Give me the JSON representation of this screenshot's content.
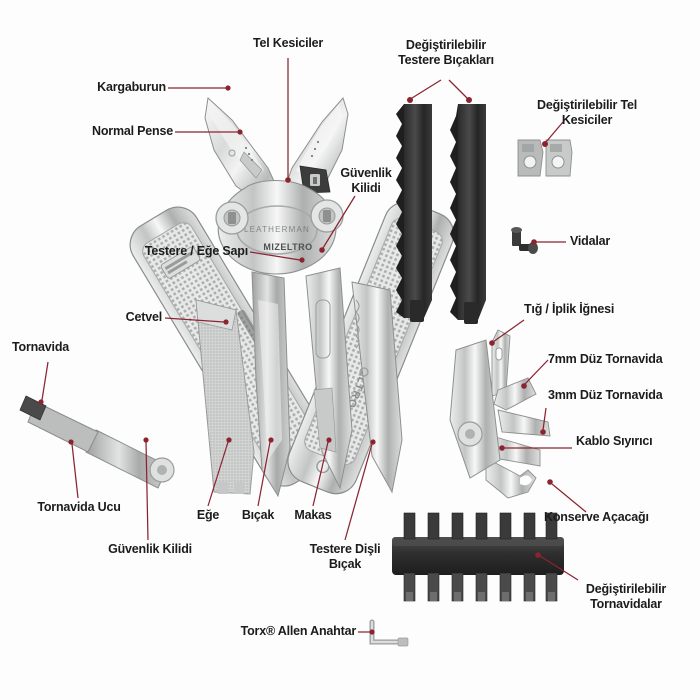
{
  "diagram": {
    "title": "Multitool Parça Diyagramı",
    "background_color": "#fdfdfd",
    "leader_color": "#8c2430",
    "label_color": "#1c1c1c",
    "brand_text": "MIZELTRO"
  },
  "labels": {
    "kargaburun": "Kargaburun",
    "normal_pense": "Normal Pense",
    "tel_kesiciler": "Tel Kesiciler",
    "degistirilebilir_testere_bicaklari": "Değiştirilebilir\nTestere Bıçakları",
    "degistirilebilir_tel_kesiciler": "Değiştirilebilir Tel\nKesiciler",
    "guvenlik_kilidi_ust": "Güvenlik\nKilidi",
    "vidalar": "Vidalar",
    "testere_ege_sapi": "Testere / Eğe Sapı",
    "cetvel": "Cetvel",
    "tornavida": "Tornavida",
    "tornavida_ucu": "Tornavida Ucu",
    "guvenlik_kilidi_alt": "Güvenlik Kilidi",
    "ege": "Eğe",
    "bicak": "Bıçak",
    "makas": "Makas",
    "testere_disli_bicak": "Testere Dişli\nBıçak",
    "tig_iplik_ignesi": "Tığ / İplik İğnesi",
    "duz_tornavida_7mm": "7mm Düz Tornavida",
    "duz_tornavida_3mm": "3mm Düz Tornavida",
    "kablo_siyirici": "Kablo Sıyırıcı",
    "konserve_acacagi": "Konserve Açacağı",
    "degistirilebilir_tornavidalar": "Değiştirilebilir\nTornavidalar",
    "torx_allen_anahtar": "Torx® Allen Anahtar"
  }
}
